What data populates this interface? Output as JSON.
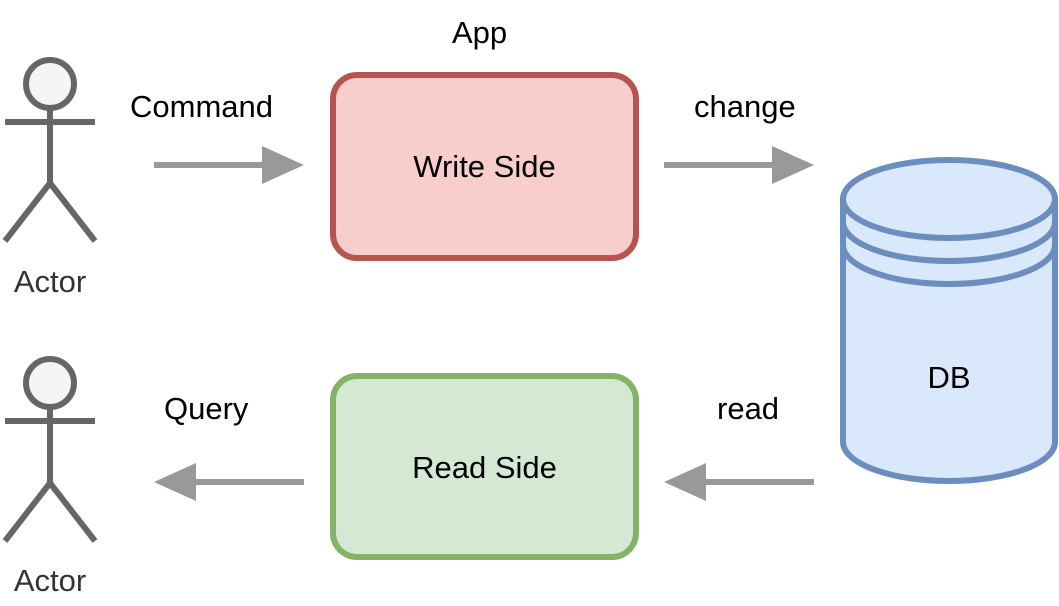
{
  "diagram": {
    "container_label": "App",
    "actors": [
      {
        "id": "writer",
        "label": "Actor"
      },
      {
        "id": "reader",
        "label": "Actor"
      }
    ],
    "nodes": [
      {
        "id": "write_side",
        "label": "Write Side",
        "fill": "#f8cecc",
        "stroke": "#b85450"
      },
      {
        "id": "read_side",
        "label": "Read Side",
        "fill": "#d5e8d4",
        "stroke": "#82b366"
      },
      {
        "id": "db",
        "label": "DB",
        "shape": "cylinder",
        "fill": "#dae8fc",
        "stroke": "#6c8ebf"
      }
    ],
    "edges": [
      {
        "from": "writer",
        "to": "write_side",
        "label": "Command"
      },
      {
        "from": "write_side",
        "to": "db",
        "label": "change"
      },
      {
        "from": "db",
        "to": "read_side",
        "label": "read"
      },
      {
        "from": "read_side",
        "to": "reader",
        "label": "Query"
      }
    ],
    "colors": {
      "arrow": "#999999",
      "actor_stroke": "#666666",
      "actor_head_fill": "#f5f5f5",
      "text": "#000000",
      "actor_text": "#333333"
    }
  }
}
